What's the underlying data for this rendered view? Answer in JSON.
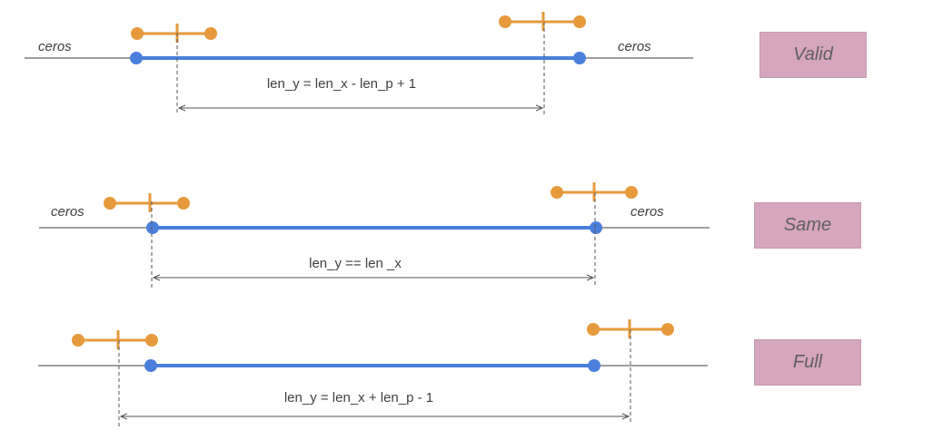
{
  "colors": {
    "signal": "#4a7fdc",
    "kernel": "#e69a3c",
    "baseline": "#666666",
    "guide": "#555555",
    "mode_box": "#d5a6bd"
  },
  "rows": [
    {
      "mode": "Valid",
      "formula": "len_y = len_x - len_p + 1",
      "ceros_left": "ceros",
      "ceros_right": "ceros"
    },
    {
      "mode": "Same",
      "formula": "len_y == len _x",
      "ceros_left": "ceros",
      "ceros_right": "ceros"
    },
    {
      "mode": "Full",
      "formula": "len_y = len_x + len_p - 1",
      "ceros_left": "",
      "ceros_right": ""
    }
  ]
}
